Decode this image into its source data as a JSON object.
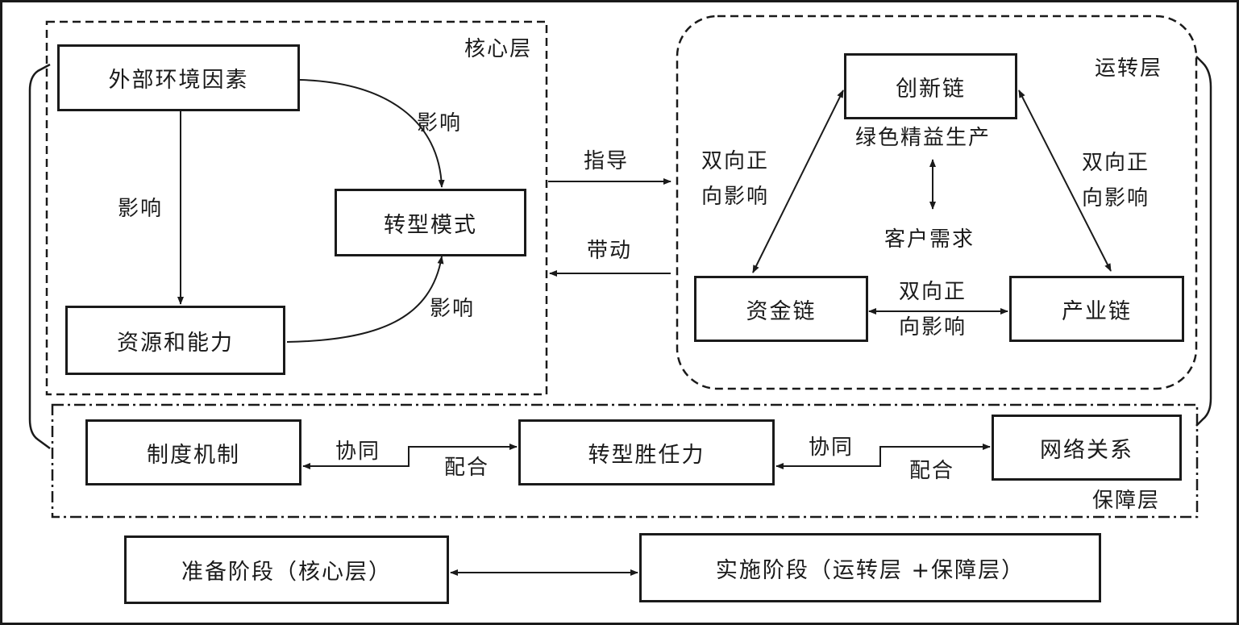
{
  "diagram": {
    "layers": {
      "core": "核心层",
      "operation": "运转层",
      "support": "保障层"
    },
    "core": {
      "external": "外部环境因素",
      "transform": "转型模式",
      "resources": "资源和能力",
      "influence_top": "影响",
      "influence_left": "影响",
      "influence_bottom": "影响"
    },
    "between": {
      "guide": "指导",
      "drive": "带动"
    },
    "operation": {
      "innovation": "创新链",
      "capital": "资金链",
      "industry": "产业链",
      "green": "绿色精益生产",
      "customer": "客户需求",
      "bidir_left_1": "双向正",
      "bidir_left_2": "向影响",
      "bidir_right_1": "双向正",
      "bidir_right_2": "向影响",
      "bidir_bottom_1": "双向正",
      "bidir_bottom_2": "向影响"
    },
    "support": {
      "system": "制度机制",
      "competence": "转型胜任力",
      "network": "网络关系",
      "coop1_top": "协同",
      "coop1_bottom": "配合",
      "coop2_top": "协同",
      "coop2_bottom": "配合"
    },
    "stages": {
      "prepare": "准备阶段（核心层）",
      "implement": "实施阶段（运转层 +保障层）"
    }
  }
}
